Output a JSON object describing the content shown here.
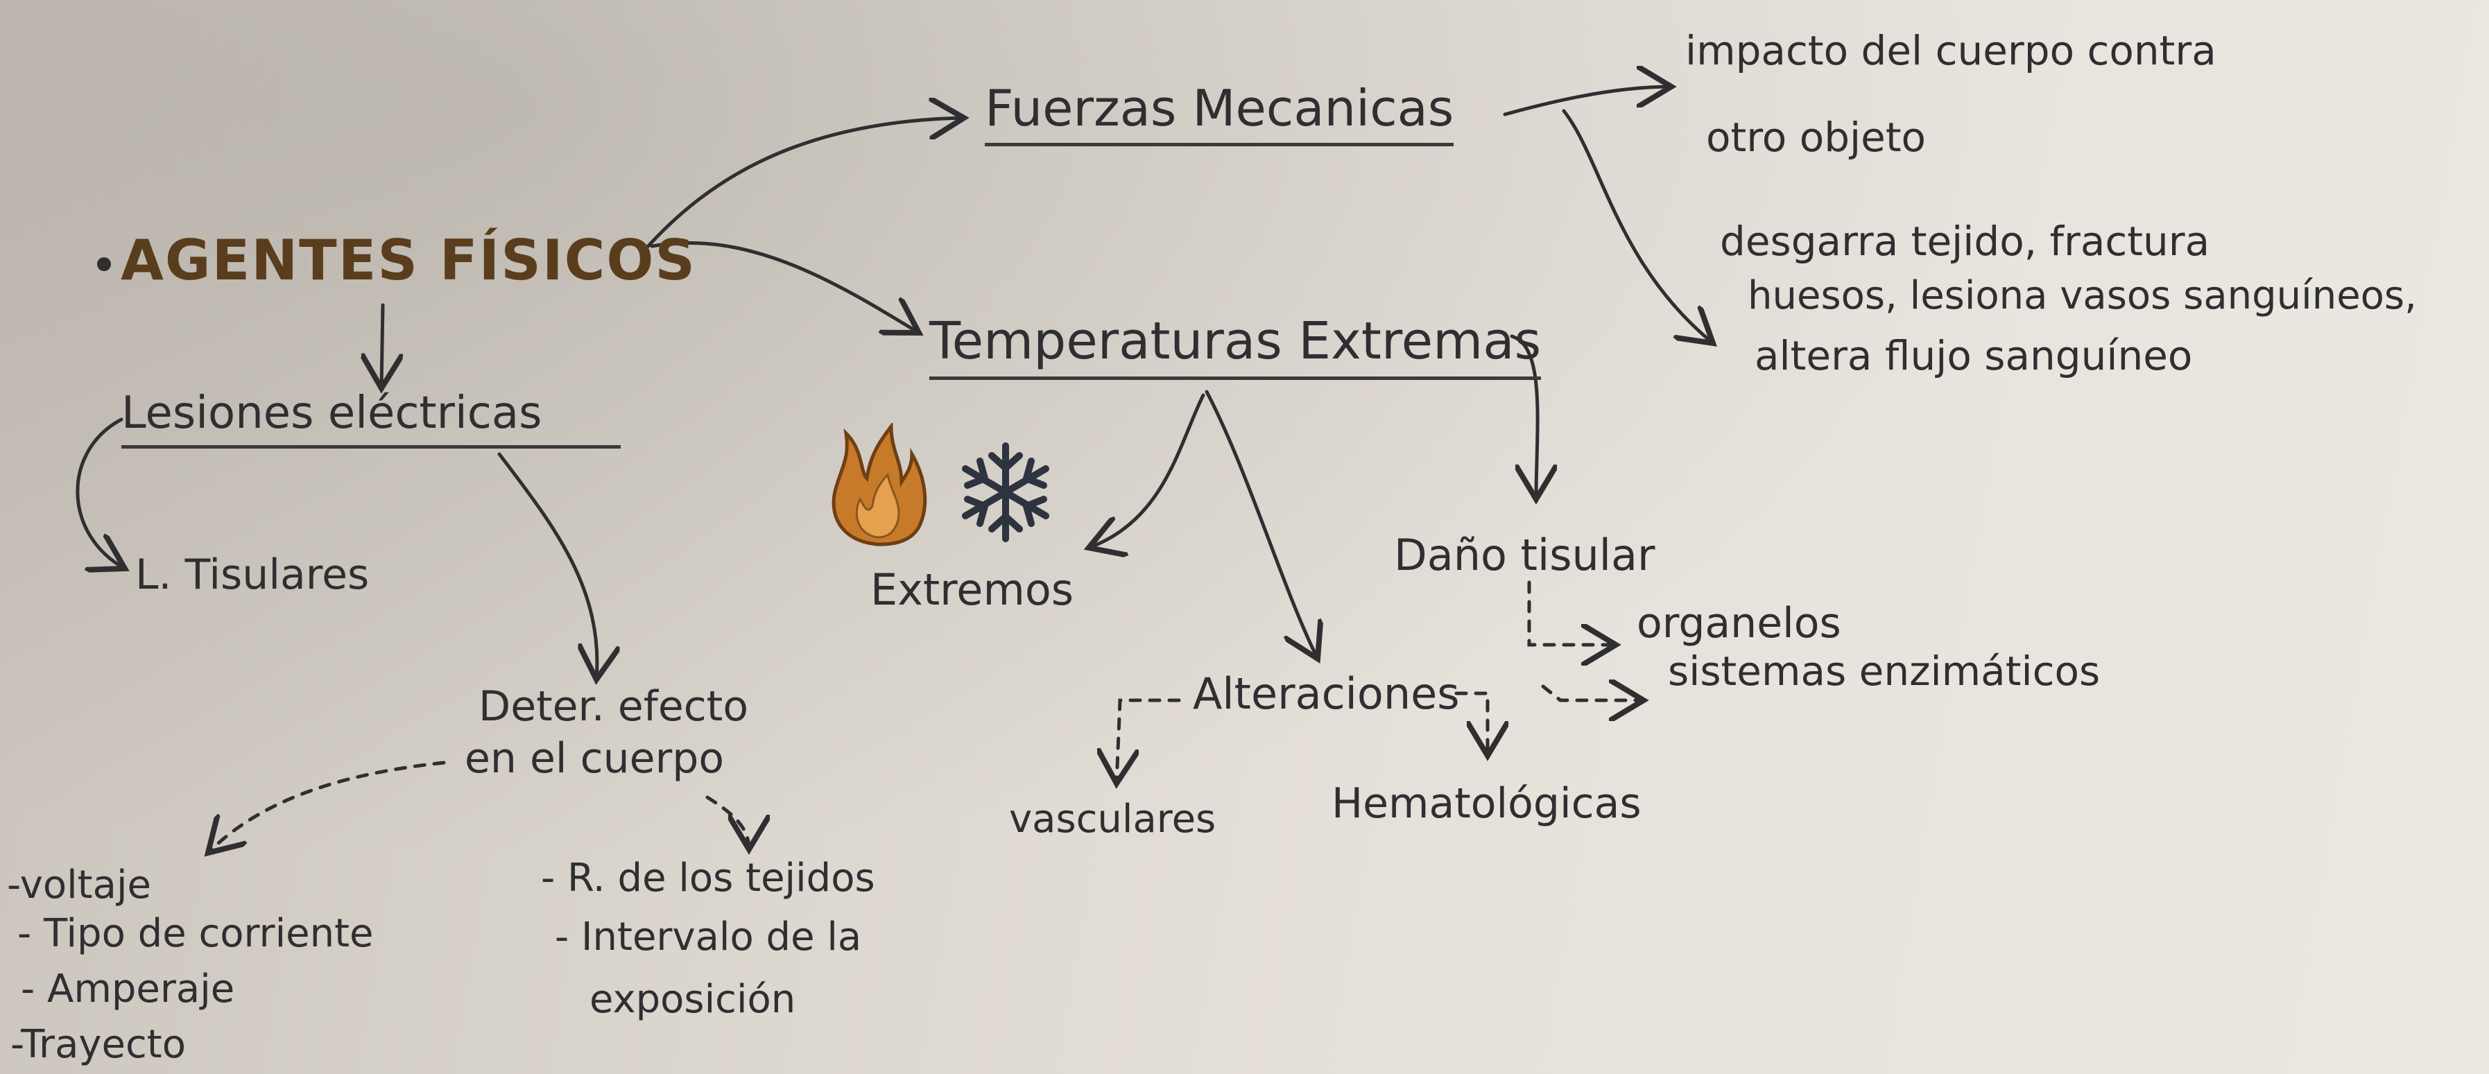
{
  "diagram": {
    "root": "AGENTES FÍSICOS",
    "mechanical": {
      "title": "Fuerzas Mecanicas",
      "effect1_line1": "impacto del cuerpo contra",
      "effect1_line2": "otro objeto",
      "effect2_line1": "desgarra tejido, fractura",
      "effect2_line2": "huesos, lesiona vasos sanguíneos,",
      "effect2_line3": "altera flujo sanguíneo"
    },
    "temperature": {
      "title": "Temperaturas Extremas",
      "extremes": "Extremos",
      "tissue_damage": "Daño tisular",
      "organelles": "organelos",
      "enzymes": "sistemas enzimáticos",
      "alterations": "Alteraciones",
      "vascular": "vasculares",
      "hematologic": "Hematológicas"
    },
    "electrical": {
      "title": "Lesiones eléctricas",
      "tissue": "L. Tisulares",
      "determine_line1": "Deter. efecto",
      "determine_line2": "en el cuerpo",
      "factors_left": [
        "-voltaje",
        "- Tipo de corriente",
        "- Amperaje",
        "-Trayecto"
      ],
      "factors_right": [
        "- R. de los tejidos",
        "- Intervalo de la",
        "exposición"
      ]
    }
  },
  "colors": {
    "ink": "#2f2f31",
    "root_ink": "#5a3d1c",
    "flame": "#c77a2a",
    "snowflake": "#2e3340"
  },
  "icons": {
    "flame": "flame-icon",
    "snowflake": "snowflake-icon"
  }
}
